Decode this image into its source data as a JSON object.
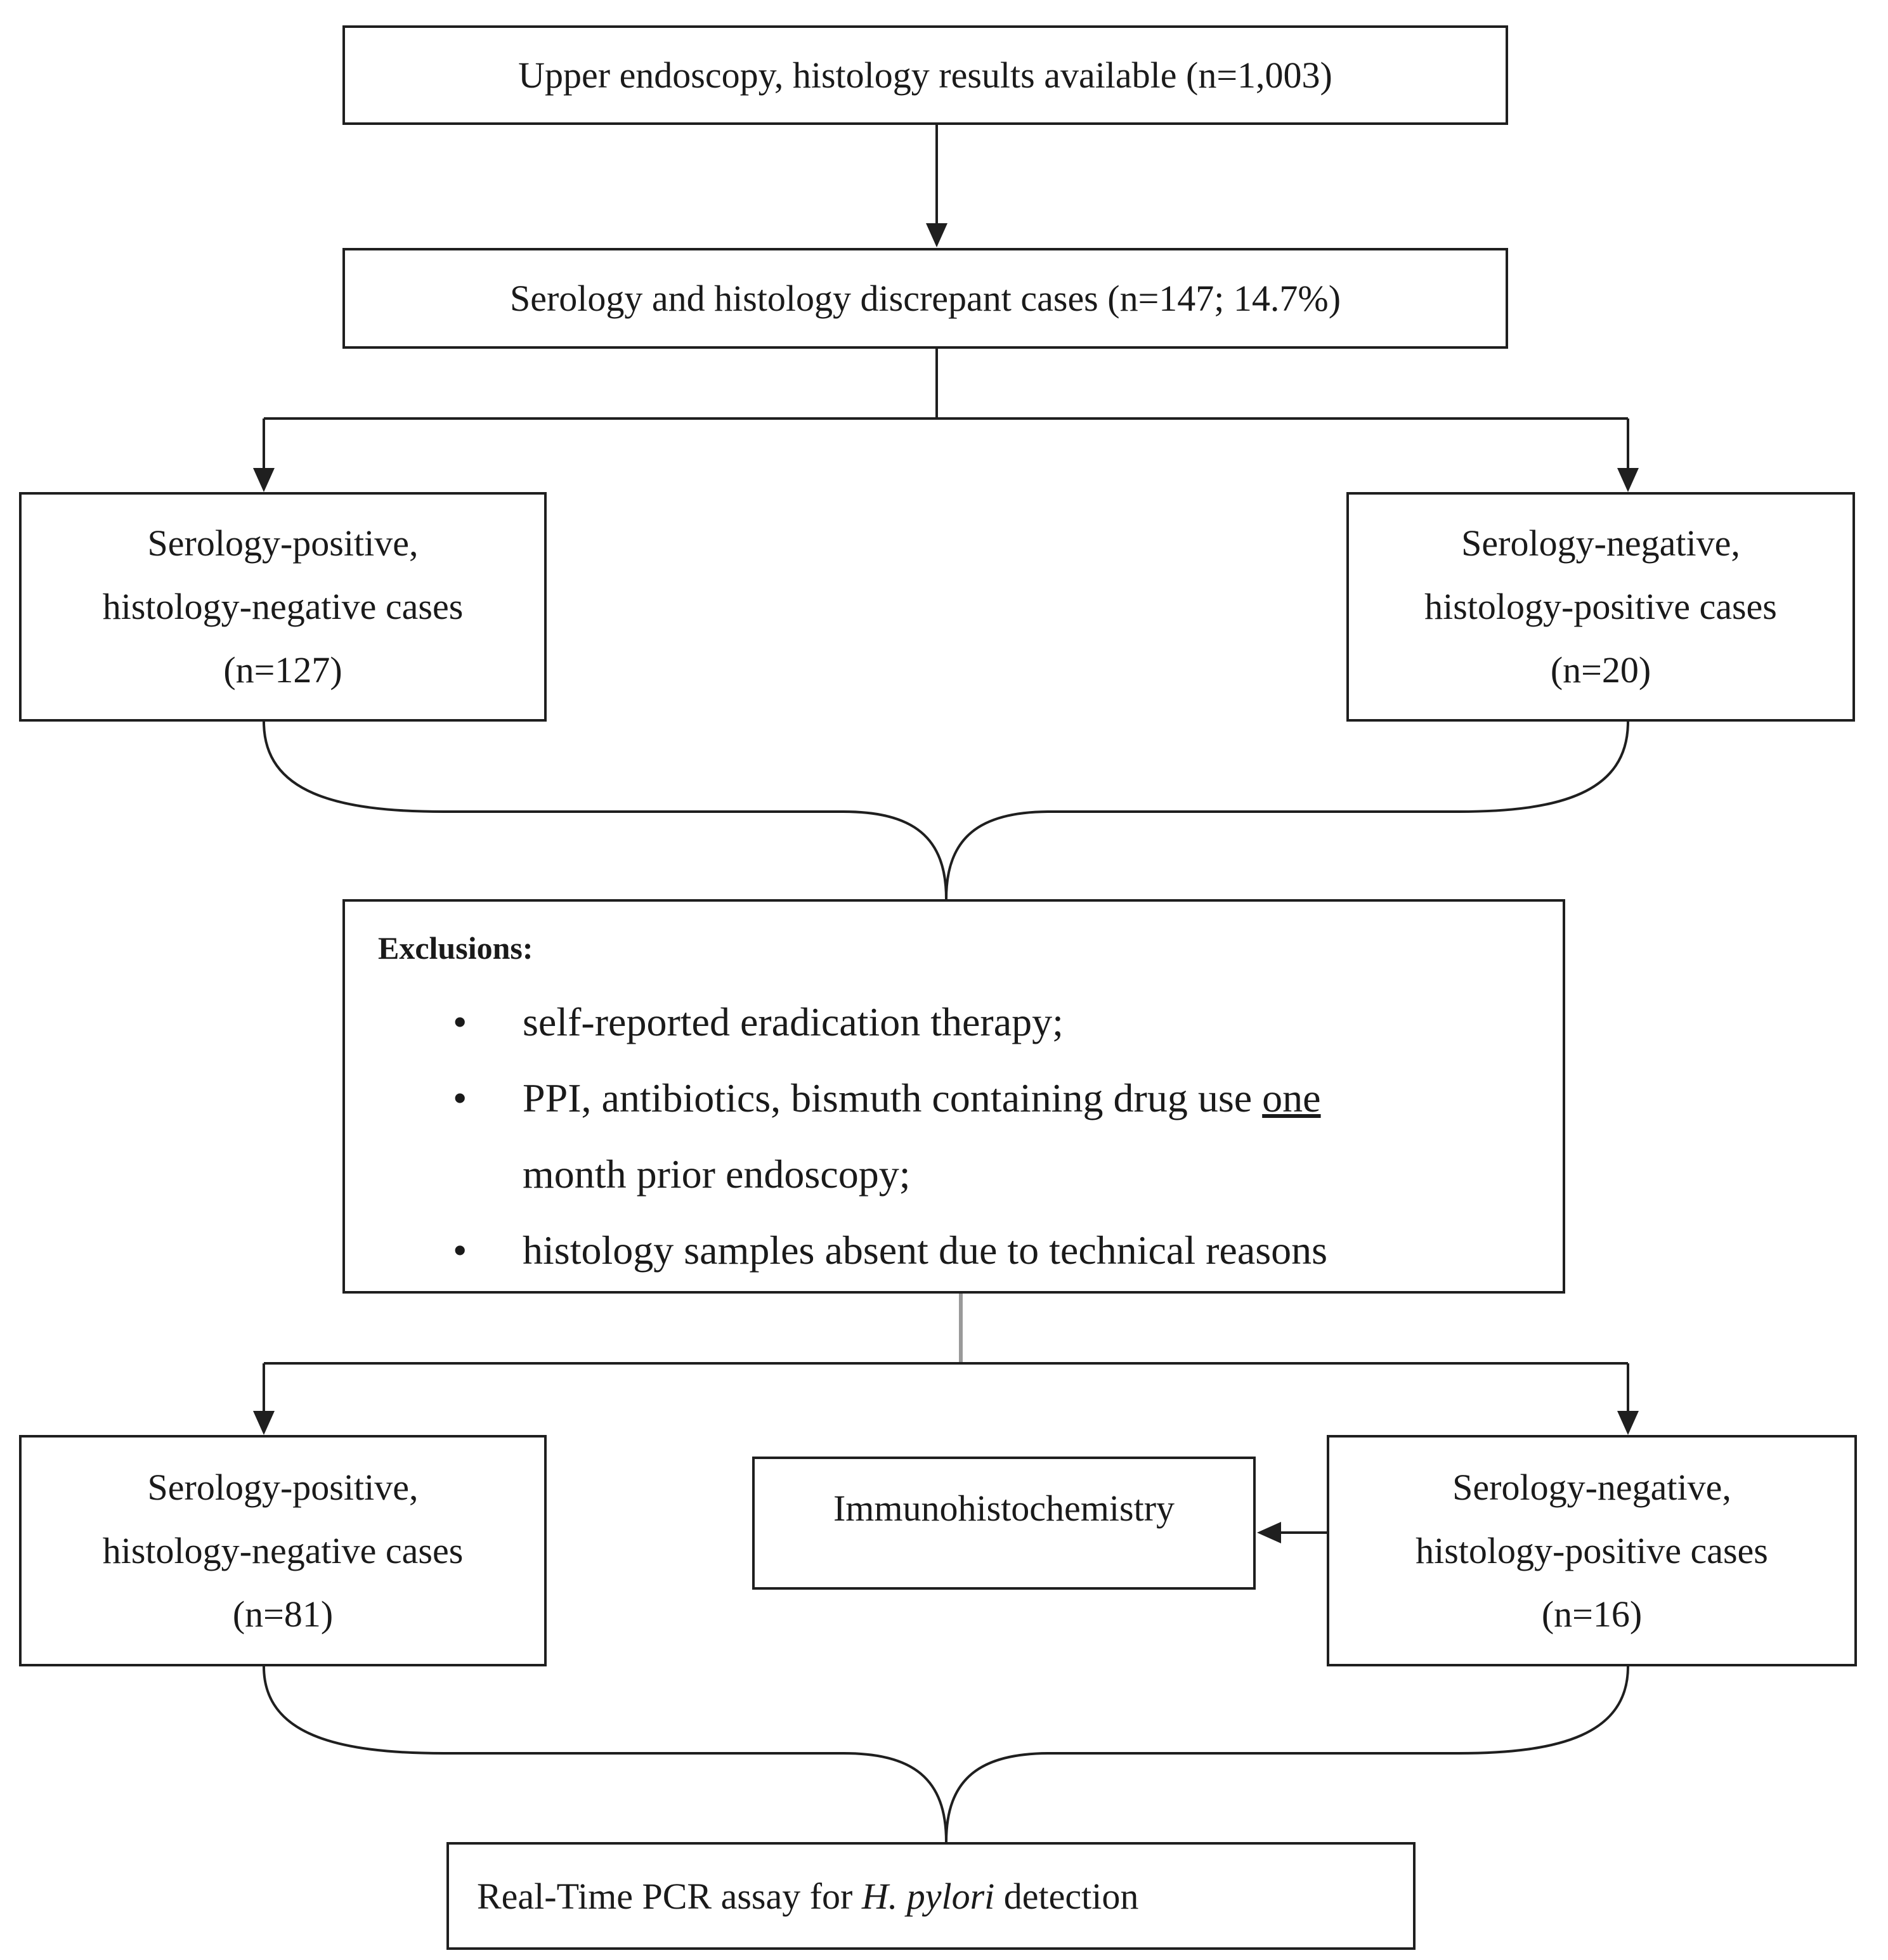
{
  "boxes": {
    "upper": "Upper endoscopy, histology results available (n=1,003)",
    "discrepant": "Serology and histology discrepant cases (n=147; 14.7%)",
    "sp_hn_1": {
      "line1": "Serology-positive,",
      "line2": "histology-negative cases",
      "line3": "(n=127)"
    },
    "sn_hp_1": {
      "line1": "Serology-negative,",
      "line2": "histology-positive cases",
      "line3": "(n=20)"
    },
    "exclusions": {
      "title": "Exclusions:",
      "bullet": "•",
      "item1": "self-reported eradication therapy;",
      "item2_a": "PPI, antibiotics, bismuth containing drug use ",
      "item2_u": "one ",
      "item2_b": "month prior endoscopy;",
      "item3": "histology samples absent due to technical reasons"
    },
    "sp_hn_2": {
      "line1": "Serology-positive,",
      "line2": "histology-negative cases",
      "line3": "(n=81)"
    },
    "immuno": "Immunohistochemistry",
    "sn_hp_2": {
      "line1": "Serology-negative,",
      "line2": "histology-positive cases",
      "line3": "(n=16)"
    },
    "pcr": {
      "prefix": "Real-Time PCR assay for ",
      "italic": "H. pylori",
      "suffix": " detection"
    }
  }
}
